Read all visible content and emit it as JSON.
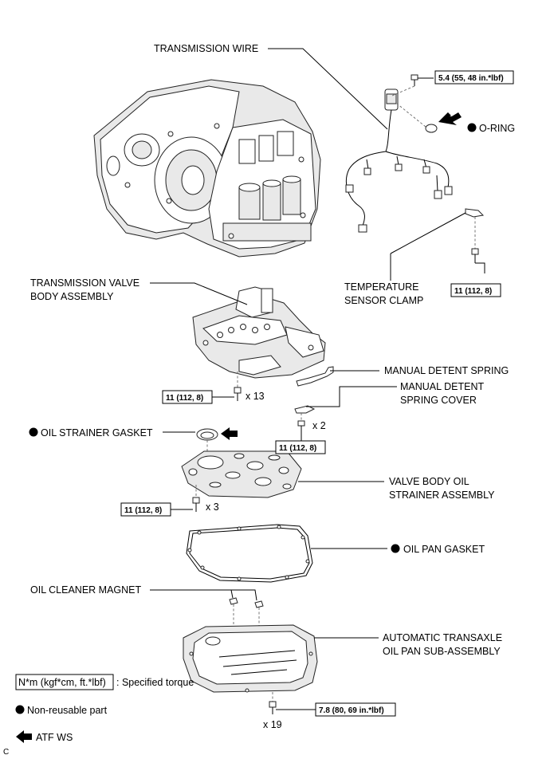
{
  "labels": {
    "transmission_wire": "TRANSMISSION WIRE",
    "o_ring": "O-RING",
    "temperature_sensor_clamp_1": "TEMPERATURE",
    "temperature_sensor_clamp_2": "SENSOR CLAMP",
    "valve_body_1": "TRANSMISSION VALVE",
    "valve_body_2": "BODY ASSEMBLY",
    "manual_detent_spring": "MANUAL DETENT SPRING",
    "manual_detent_spring_cover_1": "MANUAL DETENT",
    "manual_detent_spring_cover_2": "SPRING COVER",
    "oil_strainer_gasket": "OIL STRAINER GASKET",
    "strainer_1": "VALVE BODY OIL",
    "strainer_2": "STRAINER ASSEMBLY",
    "oil_pan_gasket": "OIL PAN GASKET",
    "oil_cleaner_magnet": "OIL CLEANER MAGNET",
    "oil_pan_1": "AUTOMATIC TRANSAXLE",
    "oil_pan_2": "OIL PAN SUB-ASSEMBLY"
  },
  "torques": {
    "wire_bolt": "5.4 (55, 48 in.*lbf)",
    "clamp_bolt": "11 (112, 8)",
    "valve_body_bolt": "11 (112, 8)",
    "cover_bolt": "11 (112, 8)",
    "strainer_bolt": "11 (112, 8)",
    "pan_bolt": "7.8 (80, 69 in.*lbf)"
  },
  "quantities": {
    "valve_body_bolts": "x 13",
    "cover_bolts": "x 2",
    "strainer_bolts": "x 3",
    "pan_bolts": "x 19"
  },
  "legend": {
    "torque_unit": "N*m (kgf*cm, ft.*lbf)",
    "torque_desc": ": Specified torque",
    "non_reusable": "Non-reusable part",
    "atf": "ATF WS"
  },
  "corner_code": "C"
}
